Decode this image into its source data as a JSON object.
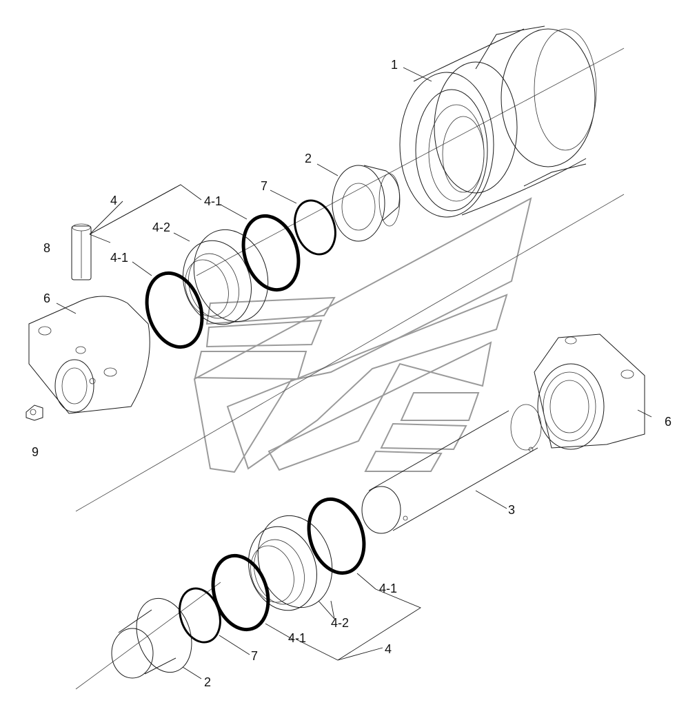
{
  "diagram": {
    "labels": [
      {
        "id": "roller",
        "text": "1"
      },
      {
        "id": "bushing-top",
        "text": "2"
      },
      {
        "id": "bushing-bottom",
        "text": "2"
      },
      {
        "id": "shaft",
        "text": "3"
      },
      {
        "id": "seal-group-top",
        "text": "4"
      },
      {
        "id": "seal-group-bottom",
        "text": "4"
      },
      {
        "id": "oring-top-a",
        "text": "4-1"
      },
      {
        "id": "oring-top-b",
        "text": "4-1"
      },
      {
        "id": "oring-bottom-a",
        "text": "4-1"
      },
      {
        "id": "oring-bottom-b",
        "text": "4-1"
      },
      {
        "id": "seal-ring-top",
        "text": "4-2"
      },
      {
        "id": "seal-ring-bottom",
        "text": "4-2"
      },
      {
        "id": "housing-left",
        "text": "6"
      },
      {
        "id": "housing-right",
        "text": "6"
      },
      {
        "id": "oring7-top",
        "text": "7"
      },
      {
        "id": "oring7-bottom",
        "text": "7"
      },
      {
        "id": "pin",
        "text": "8"
      },
      {
        "id": "bolt",
        "text": "9"
      }
    ]
  }
}
